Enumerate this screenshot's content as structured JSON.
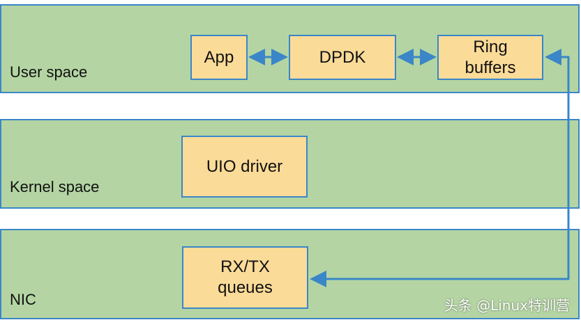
{
  "layers": {
    "user": "User space",
    "kernel": "Kernel space",
    "nic": "NIC"
  },
  "boxes": {
    "app": "App",
    "dpdk": "DPDK",
    "ring_line1": "Ring",
    "ring_line2": "buffers",
    "uio": "UIO driver",
    "rxtx_line1": "RX/TX",
    "rxtx_line2": "queues"
  },
  "watermark": "头条 @Linux特训营",
  "colors": {
    "layer_fill": "#b4d5a3",
    "box_fill": "#fbdb98",
    "border": "#3a86c8"
  }
}
